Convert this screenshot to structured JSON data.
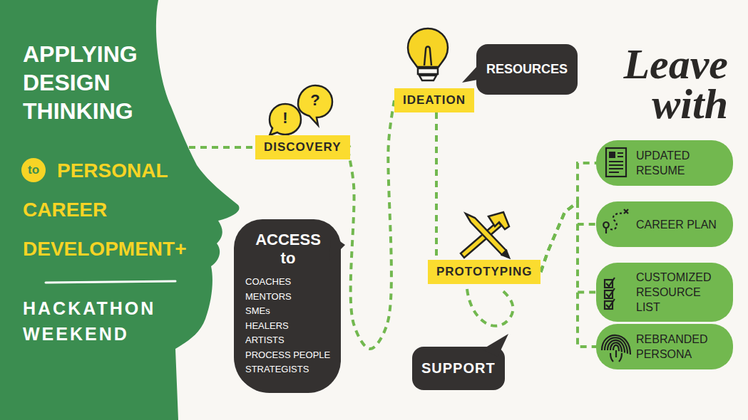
{
  "diagram": {
    "nodes": [
      {
        "text": [
          "APPLYING DESIGN THINKING",
          "to",
          "PERSONAL CAREER DEVELOPMENT+",
          "HACKATHON WEEKEND"
        ]
      },
      {
        "text": [
          "DISCOVERY"
        ]
      },
      {
        "text": [
          "IDEATION"
        ]
      },
      {
        "text": [
          "RESOURCES"
        ]
      },
      {
        "text": [
          "ACCESS to",
          "COACHES",
          "MENTORS",
          "SMEs",
          "HEALERS",
          "ARTISTS",
          "PROCESS PEOPLE",
          "STRATEGISTS"
        ]
      },
      {
        "text": [
          "PROTOTYPING"
        ]
      },
      {
        "text": [
          "SUPPORT"
        ]
      },
      {
        "text": [
          "UPDATED RESUME"
        ]
      },
      {
        "text": [
          "CAREER PLAN"
        ]
      },
      {
        "text": [
          "CUSTOMIZED RESOURCE LIST"
        ]
      },
      {
        "text": [
          "REBRANDED PERSONA"
        ]
      }
    ],
    "edges": [
      {
        "from": 0,
        "to": 1,
        "arrow": "none"
      },
      {
        "from": 1,
        "to": 2,
        "arrow": "none"
      },
      {
        "from": 2,
        "to": 5,
        "arrow": "none"
      },
      {
        "from": 5,
        "to": 7,
        "arrow": "none"
      },
      {
        "from": 5,
        "to": 8,
        "arrow": "none"
      },
      {
        "from": 5,
        "to": 9,
        "arrow": "none"
      },
      {
        "from": 5,
        "to": 10,
        "arrow": "none"
      }
    ],
    "labels": [
      "!",
      "?",
      "Leave with"
    ]
  }
}
